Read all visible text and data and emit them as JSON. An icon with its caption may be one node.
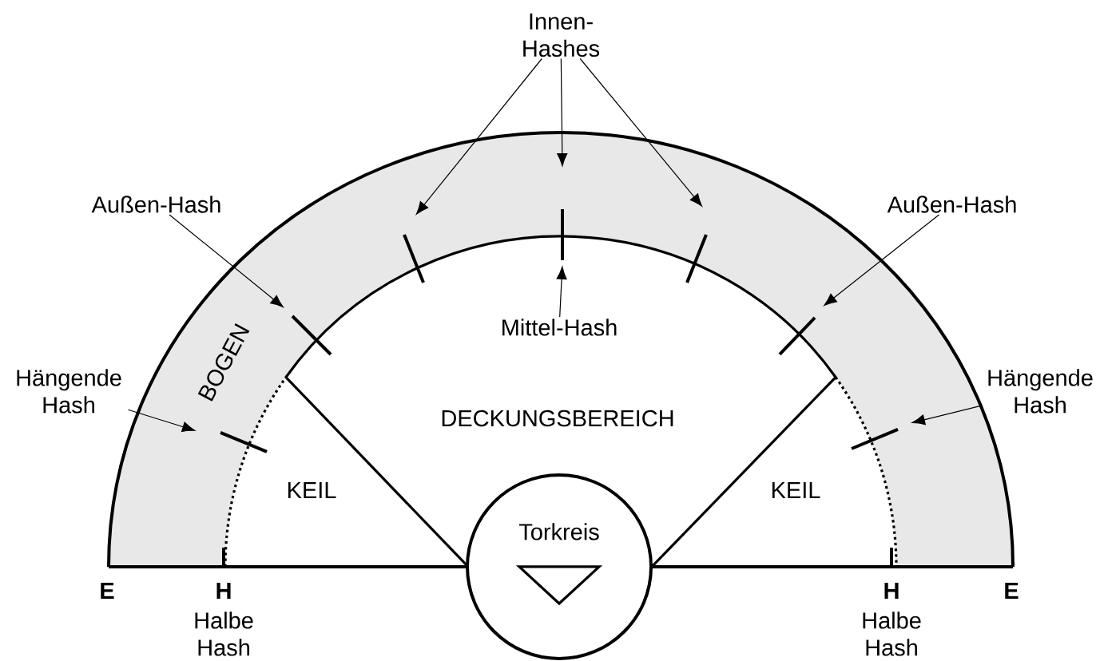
{
  "diagram": {
    "nodes": [
      {
        "text": [
          "Innen-Hashes"
        ]
      },
      {
        "text": [
          "Außen-Hash"
        ]
      },
      {
        "text": [
          "Außen-Hash"
        ]
      },
      {
        "text": [
          "Mittel-Hash"
        ]
      },
      {
        "text": [
          "Hängende Hash"
        ]
      },
      {
        "text": [
          "Hängende Hash"
        ]
      },
      {
        "text": [
          "Torkreis"
        ]
      }
    ],
    "edges": [
      {
        "from": 0,
        "to": null,
        "arrow": "to"
      },
      {
        "from": 0,
        "to": null,
        "arrow": "to"
      },
      {
        "from": 0,
        "to": null,
        "arrow": "to"
      },
      {
        "from": 1,
        "to": null,
        "arrow": "to"
      },
      {
        "from": 2,
        "to": null,
        "arrow": "to"
      },
      {
        "from": 4,
        "to": null,
        "arrow": "to"
      },
      {
        "from": 5,
        "to": null,
        "arrow": "to"
      },
      {
        "from": 3,
        "to": null,
        "arrow": "to"
      }
    ],
    "labels": [
      "BOGEN",
      "DECKUNGSBEREICH",
      "KEIL",
      "KEIL",
      "E",
      "H",
      "H",
      "E",
      "Halbe Hash",
      "Halbe Hash"
    ]
  }
}
